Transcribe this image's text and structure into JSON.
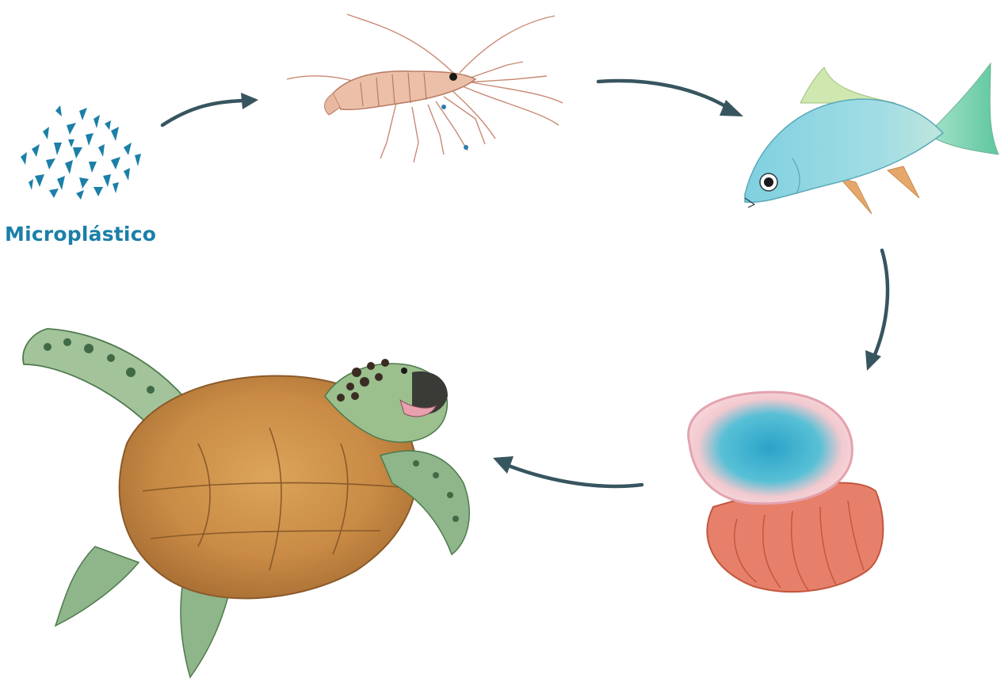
{
  "label": "Microplástico",
  "colors": {
    "accent": "#1b7fa8",
    "arrow": "#37555f"
  },
  "stages": [
    {
      "id": "microplastic",
      "icon": "microplastic-fragments-icon"
    },
    {
      "id": "shrimp",
      "icon": "shrimp-icon"
    },
    {
      "id": "fish",
      "icon": "fish-icon"
    },
    {
      "id": "jellyfish",
      "icon": "jellyfish-icon"
    },
    {
      "id": "turtle",
      "icon": "sea-turtle-icon"
    }
  ],
  "flow": [
    {
      "from": "microplastic",
      "to": "shrimp"
    },
    {
      "from": "shrimp",
      "to": "fish"
    },
    {
      "from": "fish",
      "to": "jellyfish"
    },
    {
      "from": "jellyfish",
      "to": "turtle"
    }
  ]
}
